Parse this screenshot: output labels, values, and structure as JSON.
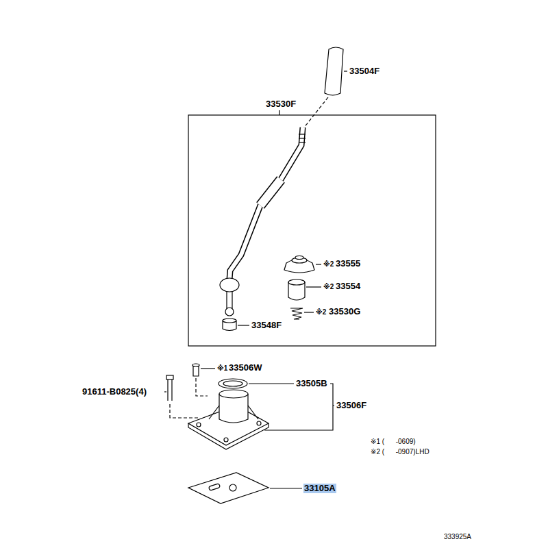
{
  "diagram": {
    "labels": [
      "33504F",
      "33530F",
      "※2",
      "33555",
      "※2",
      "33554",
      "※2",
      "33530G",
      "33548F",
      "※1",
      "33506W",
      "91611-B0825(4)",
      "33505B",
      "33506F",
      "※1 (      -0609)",
      "※2 (      -0907)LHD",
      "33105A",
      "333925A"
    ]
  }
}
